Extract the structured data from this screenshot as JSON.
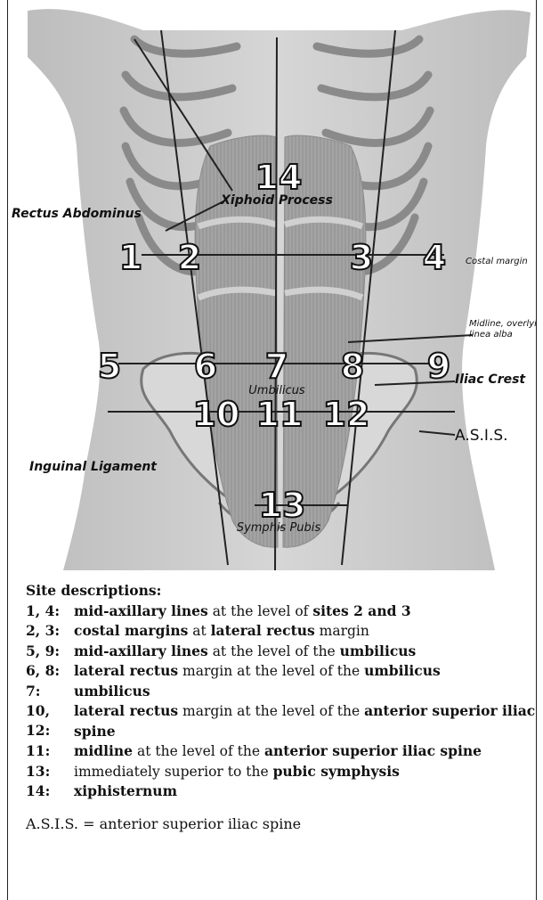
{
  "figure": {
    "sites": [
      {
        "id": "1",
        "label": "1"
      },
      {
        "id": "2",
        "label": "2"
      },
      {
        "id": "3",
        "label": "3"
      },
      {
        "id": "4",
        "label": "4"
      },
      {
        "id": "5",
        "label": "5"
      },
      {
        "id": "6",
        "label": "6"
      },
      {
        "id": "7",
        "label": "7"
      },
      {
        "id": "8",
        "label": "8"
      },
      {
        "id": "9",
        "label": "9"
      },
      {
        "id": "10",
        "label": "10"
      },
      {
        "id": "11",
        "label": "11"
      },
      {
        "id": "12",
        "label": "12"
      },
      {
        "id": "13",
        "label": "13"
      },
      {
        "id": "14",
        "label": "14"
      }
    ],
    "annotations": {
      "rectus": "Rectus Abdominus",
      "xiphoid": "Xiphoid Process",
      "costal": "Costal margin",
      "midline1": "Midline, overlyi",
      "midline2": "linea alba",
      "umbilicus": "Umbilicus",
      "iliac": "Iliac Crest",
      "asis": "A.S.I.S.",
      "inguinal": "Inguinal Ligament",
      "symphis": "Symphis Pubis"
    }
  },
  "descriptions": {
    "heading": "Site descriptions:",
    "rows": [
      {
        "code": "1, 4:",
        "parts": [
          {
            "t": "mid-axillary lines",
            "b": true
          },
          {
            "t": " at the level of ",
            "b": false
          },
          {
            "t": "sites 2 and 3",
            "b": true
          }
        ]
      },
      {
        "code": "2, 3:",
        "parts": [
          {
            "t": "costal margins",
            "b": true
          },
          {
            "t": " at ",
            "b": false
          },
          {
            "t": "lateral rectus",
            "b": true
          },
          {
            "t": " margin",
            "b": false
          }
        ]
      },
      {
        "code": "5, 9:",
        "parts": [
          {
            "t": "mid-axillary lines",
            "b": true
          },
          {
            "t": " at the level of the ",
            "b": false
          },
          {
            "t": "umbilicus",
            "b": true
          }
        ]
      },
      {
        "code": "6, 8:",
        "parts": [
          {
            "t": "lateral rectus",
            "b": true
          },
          {
            "t": " margin at the level of the ",
            "b": false
          },
          {
            "t": "umbilicus",
            "b": true
          }
        ]
      },
      {
        "code": "7:",
        "parts": [
          {
            "t": "umbilicus",
            "b": true
          }
        ]
      },
      {
        "code": "10, 12:",
        "parts": [
          {
            "t": "lateral rectus",
            "b": true
          },
          {
            "t": " margin at the level of the ",
            "b": false
          },
          {
            "t": "anterior superior iliac spine",
            "b": true
          }
        ]
      },
      {
        "code": "11:",
        "parts": [
          {
            "t": "midline",
            "b": true
          },
          {
            "t": " at the level of the ",
            "b": false
          },
          {
            "t": "anterior superior iliac spine",
            "b": true
          }
        ]
      },
      {
        "code": "13:",
        "parts": [
          {
            "t": "immediately superior to the ",
            "b": false
          },
          {
            "t": "pubic symphysis",
            "b": true
          }
        ]
      },
      {
        "code": "14:",
        "parts": [
          {
            "t": "xiphisternum",
            "b": true
          }
        ]
      }
    ],
    "abbreviation": "A.S.I.S. = anterior superior iliac spine"
  }
}
